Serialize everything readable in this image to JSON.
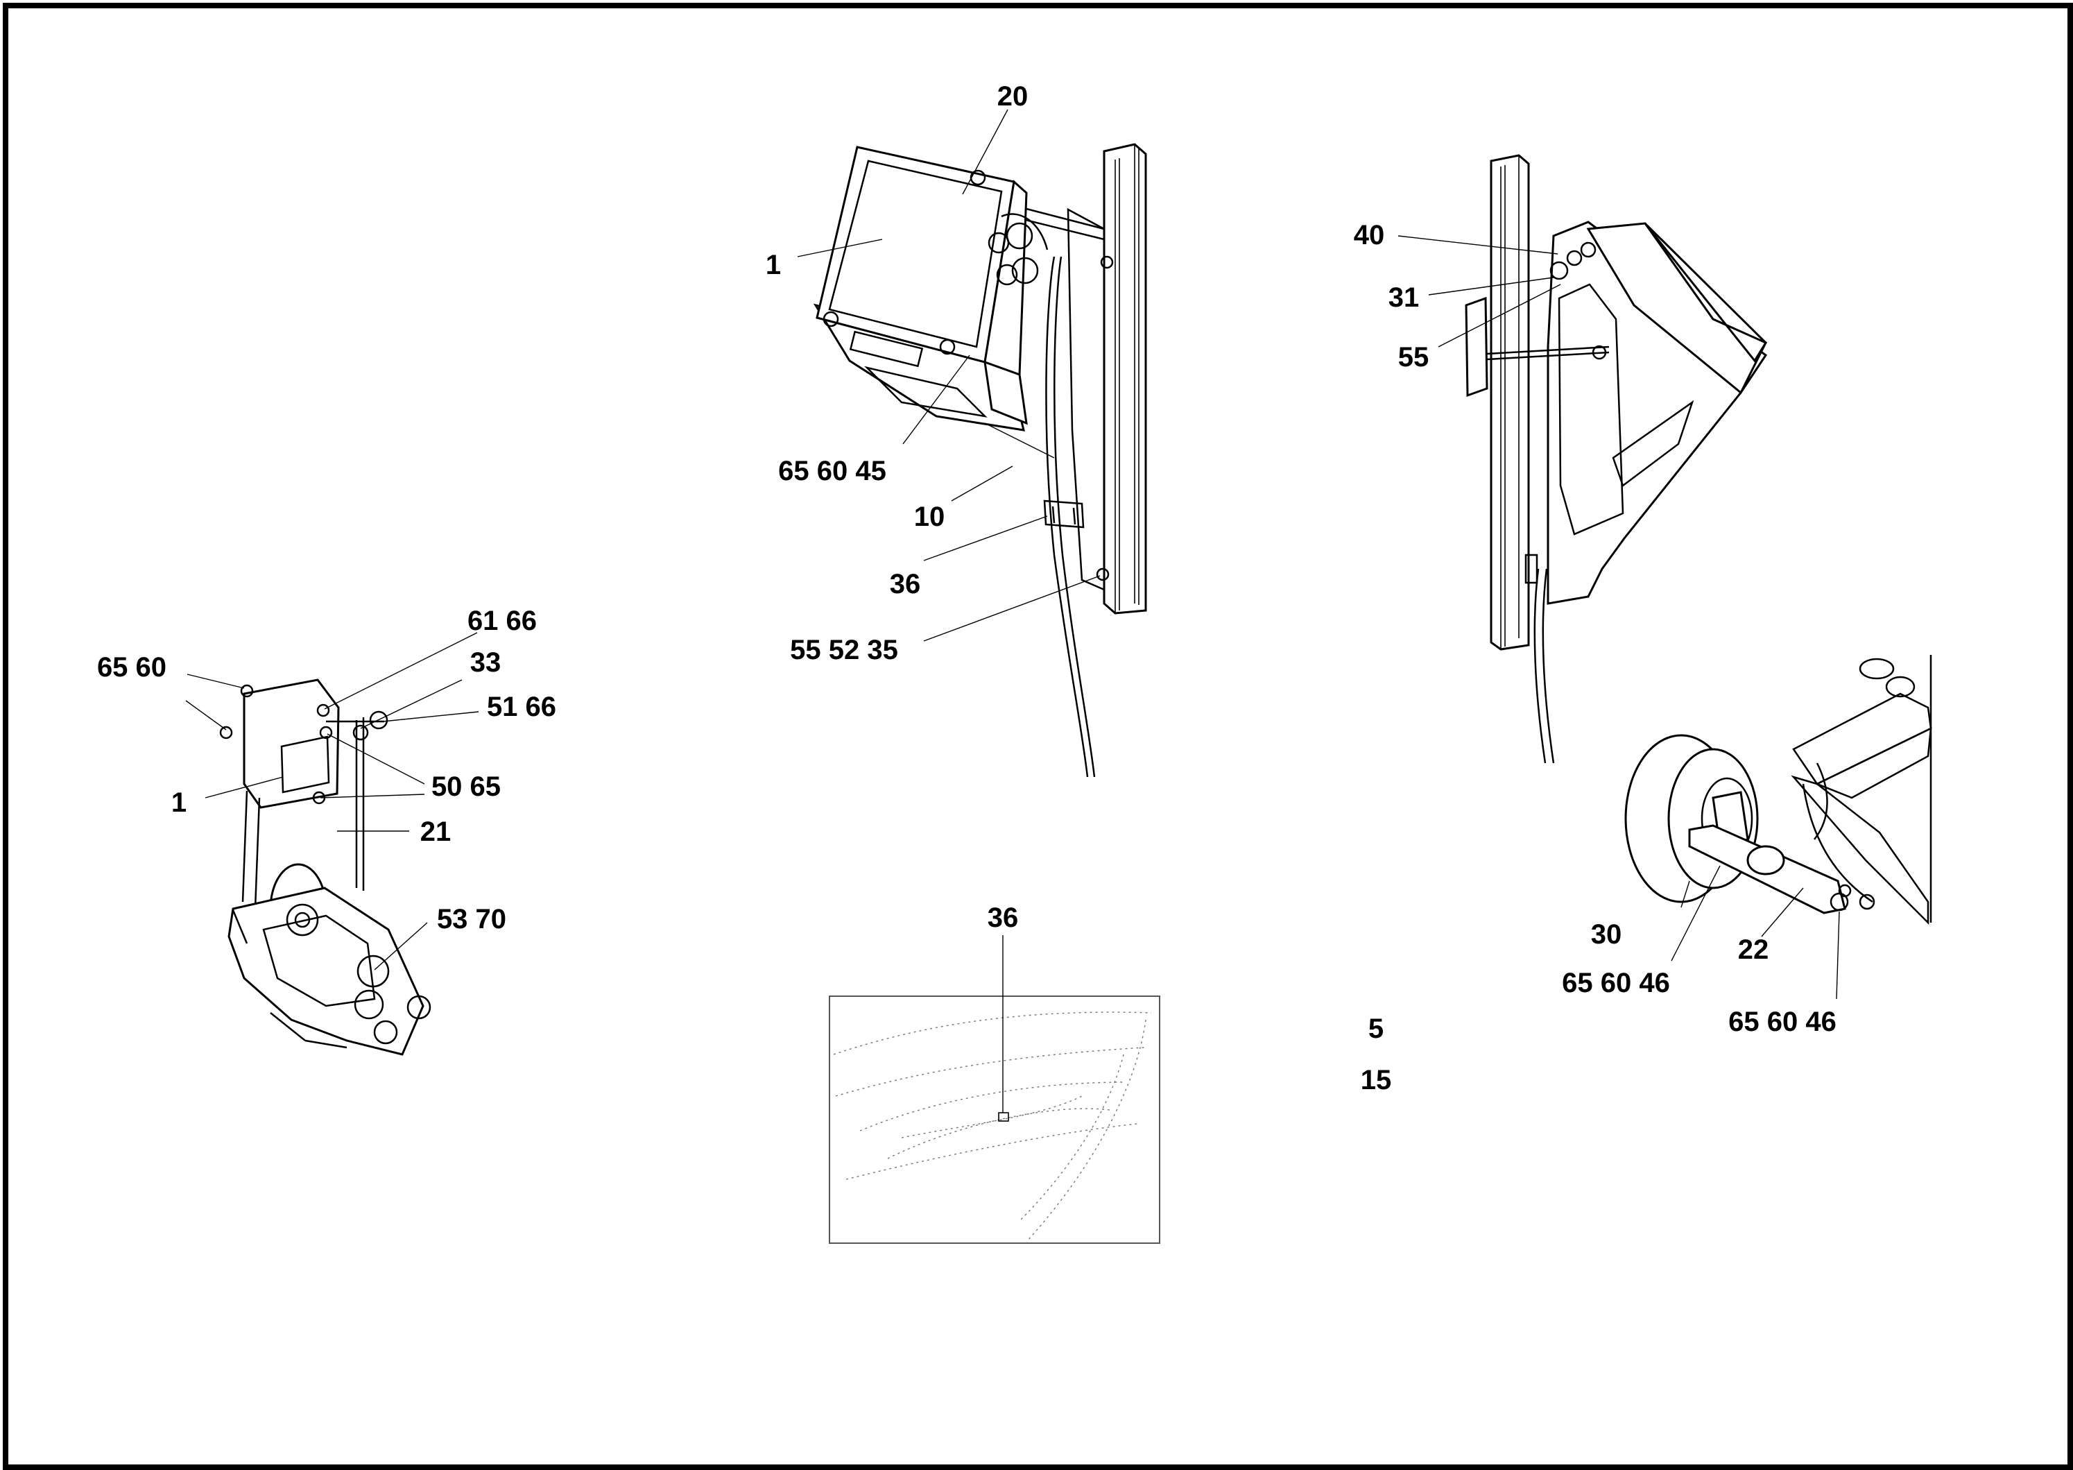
{
  "labels": {
    "a20": "20",
    "a1": "1",
    "a65_60_45": "65   60   45",
    "a10": "10",
    "a36": "36",
    "a55_52_35": "55   52   35",
    "b40": "40",
    "b31": "31",
    "b55": "55",
    "c65_60": "65   60",
    "c61_66": "61   66",
    "c33": "33",
    "c51_66": "51   66",
    "c1": "1",
    "c50_65": "50   65",
    "c21": "21",
    "c53_70": "53   70",
    "d36": "36",
    "e30": "30",
    "e22": "22",
    "e65_60_46a": "65   60   46",
    "e65_60_46b": "65   60   46",
    "e5": "5",
    "e15": "15"
  }
}
